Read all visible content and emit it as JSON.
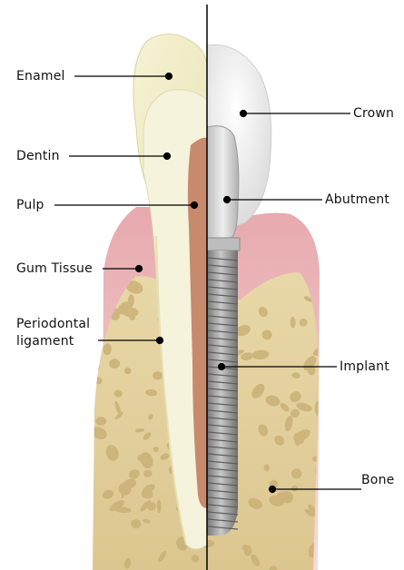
{
  "labels": {
    "left": {
      "enamel": "Enamel",
      "dentin": "Dentin",
      "pulp": "Pulp",
      "gum_tissue": "Gum Tissue",
      "periodontal_line1": "Periodontal",
      "periodontal_line2": "ligament"
    },
    "right": {
      "crown": "Crown",
      "abutment": "Abutment",
      "implant": "Implant",
      "bone": "Bone"
    }
  },
  "colors": {
    "enamel": "#f3f1cf",
    "dentin": "#f6f3da",
    "pulp": "#c88a6c",
    "gum": "#e8b4b6",
    "bone": "#e3d19c",
    "bone_pores": "#cdb57a",
    "crown": "#f2f2f2",
    "abutment": "#d9d9d9",
    "implant": "#9c9c9c",
    "leader": "#000000"
  }
}
